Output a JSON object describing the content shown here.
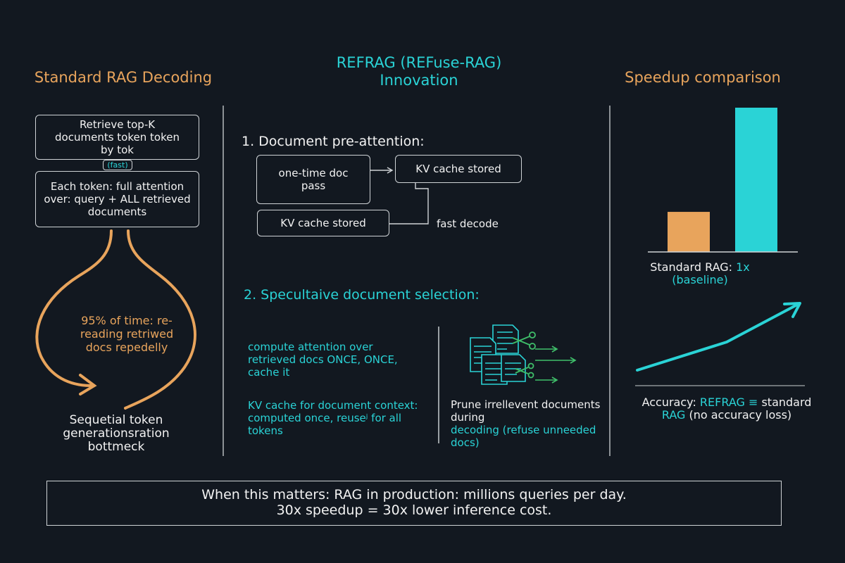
{
  "left": {
    "title": "Standard RAG Decoding",
    "box1": "Retrieve top-K documents token token by tok",
    "fast_badge": "(fast)",
    "box2": "Each token: full attention over: query + ALL retrieved documents",
    "loop_text": "95% of time: re-reading retriwed docs repedelly",
    "bottom_text": "Sequetial token generationsration bottmeck"
  },
  "middle": {
    "title": "REFRAG (REFuse-RAG) Innovation",
    "section1_heading": "1. Document pre-attention:",
    "doc_pass_box": "one-time doc pass",
    "kv_cache_box_top": "KV cache stored",
    "kv_cache_box_bottom": "KV cache stored",
    "fast_decode": "fast decode",
    "section2_heading": "2. Specultaive document selection:",
    "compute_text": "compute attention over retrieved docs ONCE, ONCE, cache it",
    "kv_context_text": "KV cache for document context: computed once, reuseʲ for all tokens",
    "prune_text_white": "Prune irrellevent documents during",
    "prune_text_cyan": "decoding (refuse unneeded docs)"
  },
  "right": {
    "title": "Speedup comparison",
    "standard_label_prefix": "Standard RAG: ",
    "standard_label_value": "1x",
    "baseline_label": "(baseline)",
    "accuracy_prefix": "Accuracy: ",
    "accuracy_refrag": "REFRAG ≡",
    "accuracy_suffix": "standard",
    "accuracy_line2_white": "RAG",
    "accuracy_line2_rest": " (no accuracy loss)"
  },
  "bottom_banner": {
    "line1": "When this matters: RAG in production: millions queries per day.",
    "line2": "30x speedup = 30x lower inference cost."
  },
  "chart_data": {
    "type": "bar",
    "categories": [
      "Standard RAG",
      "REFRAG"
    ],
    "values": [
      1,
      3.6
    ],
    "colors": [
      "#e8a45c",
      "#2ad3d6"
    ]
  },
  "colors": {
    "background": "#121820",
    "orange": "#e8a45c",
    "cyan": "#2ad3d6",
    "green": "#3fbf6a"
  }
}
